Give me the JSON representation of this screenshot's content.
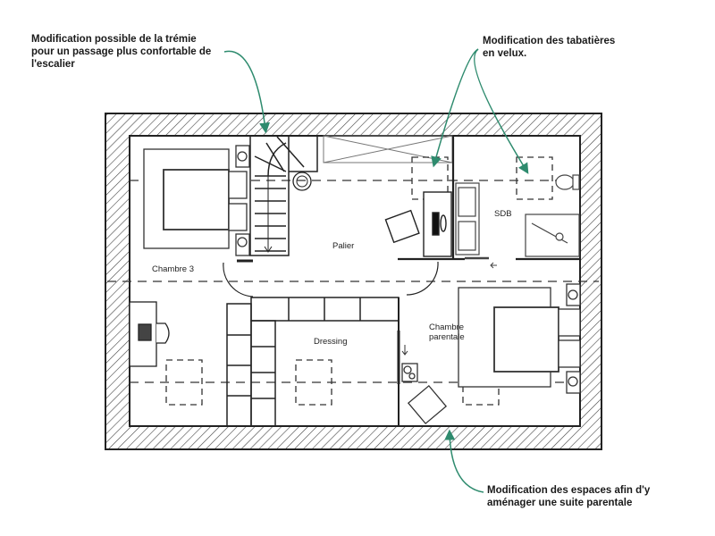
{
  "annotations": [
    {
      "id": "tremie",
      "lines": [
        "Modification possible de la trémie",
        "pour un passage plus confortable de",
        "l'escalier"
      ]
    },
    {
      "id": "velux",
      "lines": [
        "Modification des tabatières",
        "en velux."
      ]
    },
    {
      "id": "suite",
      "lines": [
        "Modification des espaces afin d'y",
        "aménager une suite parentale"
      ]
    }
  ],
  "rooms": {
    "chambre3": "Chambre 3",
    "palier": "Palier",
    "sdb": "SDB",
    "dressing": "Dressing",
    "chambre_parentale": [
      "Chambre",
      "parentale"
    ]
  },
  "colors": {
    "arrow": "#2e8b6e",
    "wall": "#222222",
    "hatch": "#444444",
    "text": "#1a1a1a"
  }
}
